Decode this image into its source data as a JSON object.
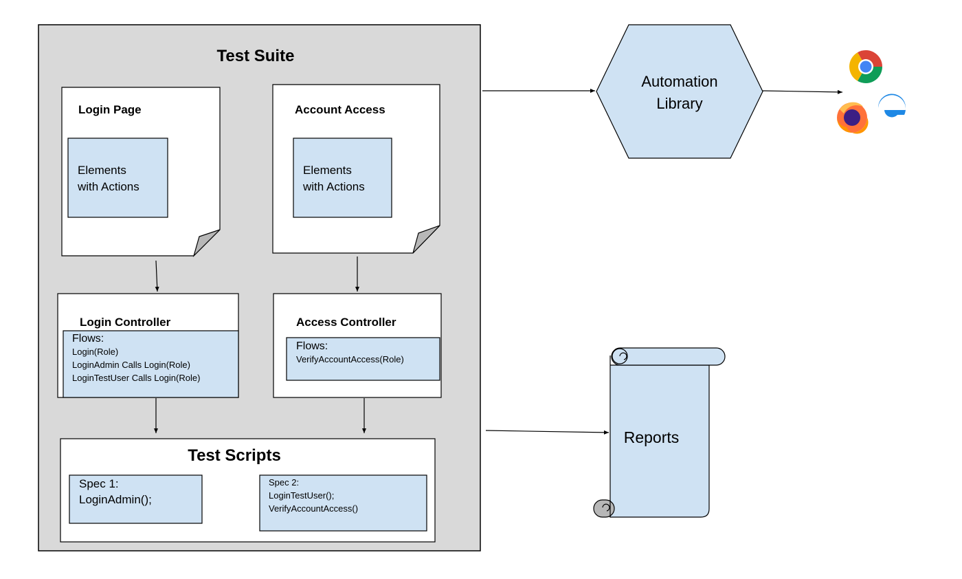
{
  "test_suite": {
    "title": "Test Suite",
    "login_page": {
      "title": "Login Page",
      "elements_line1": "Elements",
      "elements_line2": "with Actions"
    },
    "account_access": {
      "title": "Account Access",
      "elements_line1": "Elements",
      "elements_line2": "with Actions"
    },
    "login_controller": {
      "title": "Login Controller",
      "flows_label": "Flows:",
      "flows": [
        "Login(Role)",
        "LoginAdmin Calls Login(Role)",
        "LoginTestUser Calls Login(Role)"
      ]
    },
    "access_controller": {
      "title": "Access Controller",
      "flows_label": "Flows:",
      "flows": [
        "VerifyAccountAccess(Role)"
      ]
    },
    "test_scripts": {
      "title": "Test Scripts",
      "spec1": {
        "label": "Spec 1:",
        "lines": [
          "LoginAdmin();"
        ]
      },
      "spec2": {
        "label": "Spec 2:",
        "lines": [
          "LoginTestUser();",
          "VerifyAccountAccess()"
        ]
      }
    }
  },
  "automation_library": {
    "line1": "Automation",
    "line2": "Library"
  },
  "browsers": [
    "chrome-icon",
    "firefox-icon",
    "edge-icon"
  ],
  "reports": {
    "label": "Reports"
  },
  "colors": {
    "suite_fill": "#d9d9d9",
    "box_fill": "#cfe2f3",
    "stroke": "#000000",
    "chrome_red": "#db4437",
    "chrome_yellow": "#f4b400",
    "chrome_green": "#0f9d58",
    "chrome_blue": "#4285f4",
    "firefox_orange": "#ff7139",
    "firefox_purple": "#3b1f84",
    "edge_blue": "#1e88e5"
  }
}
